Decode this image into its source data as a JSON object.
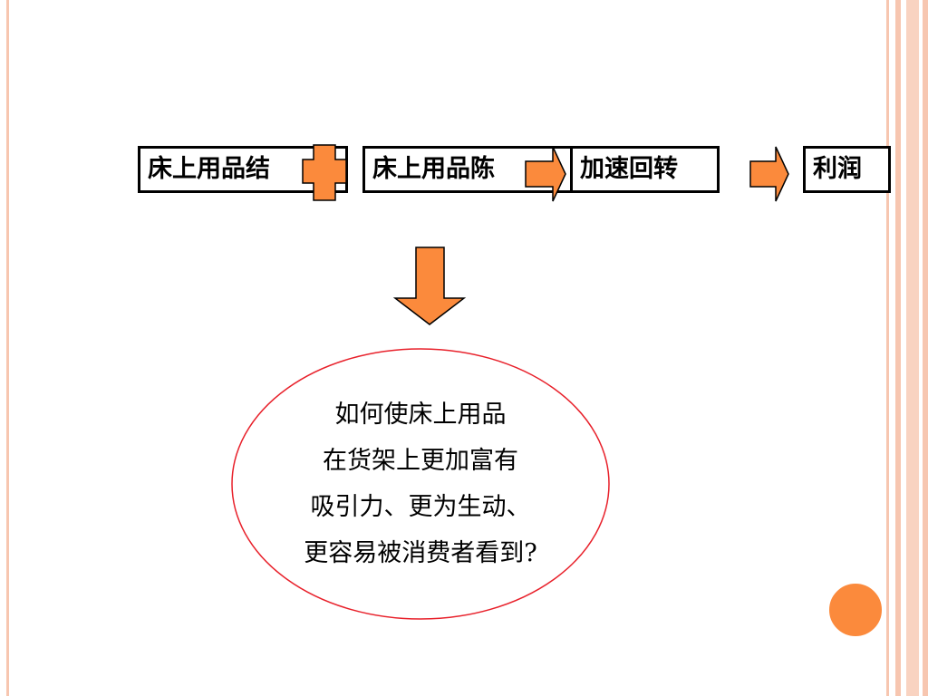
{
  "flow": {
    "step1": "床上用品结",
    "step2": "床上用品陈",
    "step3": "加速回转",
    "step4": "利润"
  },
  "question": {
    "lines": [
      "如何使床上用品",
      "在货架上更加富有",
      "吸引力、更为生动、",
      "更容易被消费者看到?"
    ]
  },
  "colors": {
    "arrow_fill": "#fb8a3c",
    "ellipse_stroke": "#e8202a",
    "border_stripe": "#f7c6b0",
    "circle": "#fb8a3c"
  }
}
